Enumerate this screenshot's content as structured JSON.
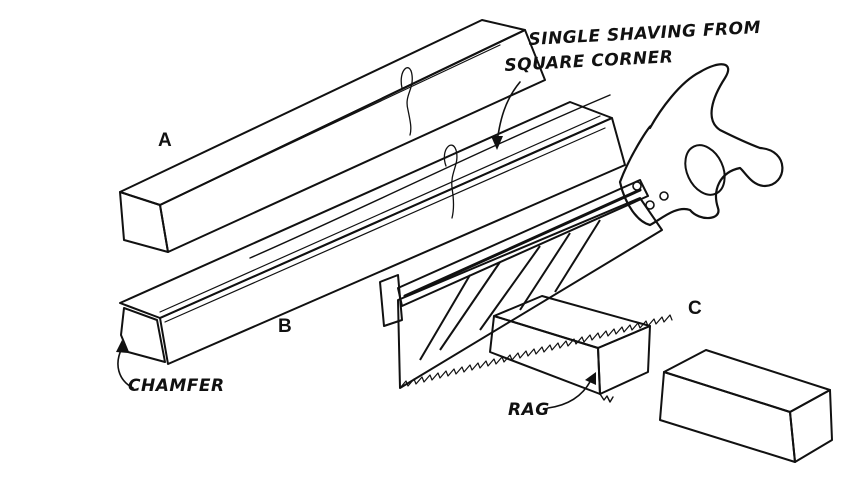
{
  "labels": {
    "part_a": "A",
    "part_b": "B",
    "part_c": "C",
    "shaving_line1": "SINGLE SHAVING FROM",
    "shaving_line2": "SQUARE CORNER",
    "chamfer": "CHAMFER",
    "rag": "RAG"
  },
  "colors": {
    "ink": "#111111",
    "paper": "#ffffff"
  }
}
